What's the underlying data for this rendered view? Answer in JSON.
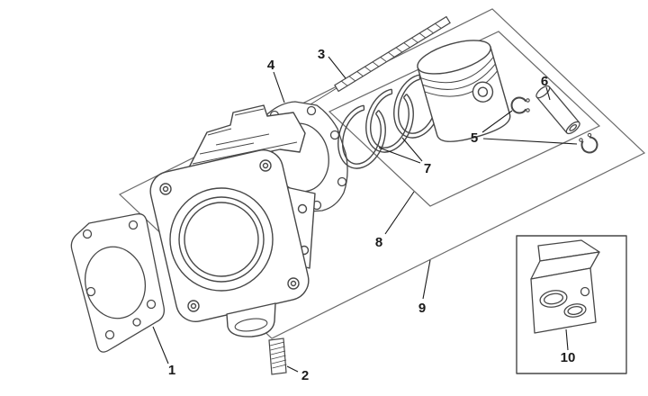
{
  "figure": {
    "type": "exploded-parts-diagram",
    "subject": "cylinder-piston-assembly",
    "background_color": "#ffffff",
    "line_color": "#474747",
    "label_color": "#1a1a1a"
  },
  "labels": [
    {
      "num": "1",
      "part": "base-gasket"
    },
    {
      "num": "2",
      "part": "stud-short"
    },
    {
      "num": "3",
      "part": "stud-long"
    },
    {
      "num": "4",
      "part": "head-gasket"
    },
    {
      "num": "5",
      "part": "circlips"
    },
    {
      "num": "6",
      "part": "piston-pin"
    },
    {
      "num": "7",
      "part": "piston-rings"
    },
    {
      "num": "8",
      "part": "piston-group-boundary"
    },
    {
      "num": "9",
      "part": "cylinder-group-boundary"
    },
    {
      "num": "10",
      "part": "gasket-kit"
    }
  ]
}
